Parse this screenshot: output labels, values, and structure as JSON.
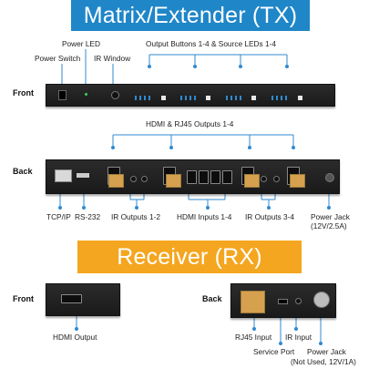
{
  "tx": {
    "banner_text": "Matrix/Extender (TX)",
    "front": {
      "side_label": "Front",
      "power_switch": "Power Switch",
      "power_led": "Power LED",
      "ir_window": "IR Window",
      "output_buttons": "Output Buttons 1-4 & Source LEDs 1-4"
    },
    "back": {
      "side_label": "Back",
      "hdmi_rj45_outputs": "HDMI & RJ45 Outputs 1-4",
      "tcp_ip": "TCP/IP",
      "rs232": "RS-232",
      "ir_outputs_1_2": "IR Outputs 1-2",
      "hdmi_inputs": "HDMI Inputs 1-4",
      "ir_outputs_3_4": "IR Outputs 3-4",
      "power_jack_line1": "Power Jack",
      "power_jack_line2": "(12V/2.5A)"
    }
  },
  "rx": {
    "banner_text": "Receiver (RX)",
    "front": {
      "side_label": "Front",
      "hdmi_output": "HDMI Output"
    },
    "back": {
      "side_label": "Back",
      "rj45_input": "RJ45 Input",
      "service_port": "Service Port",
      "ir_input": "IR Input",
      "power_jack_line1": "Power Jack",
      "power_jack_line2": "(Not Used, 12V/1A)"
    }
  },
  "colors": {
    "tx_banner": "#1f86c8",
    "rx_banner": "#f4a620",
    "callout_line": "#2f8ad1",
    "rj45_port": "#d6a14e"
  }
}
